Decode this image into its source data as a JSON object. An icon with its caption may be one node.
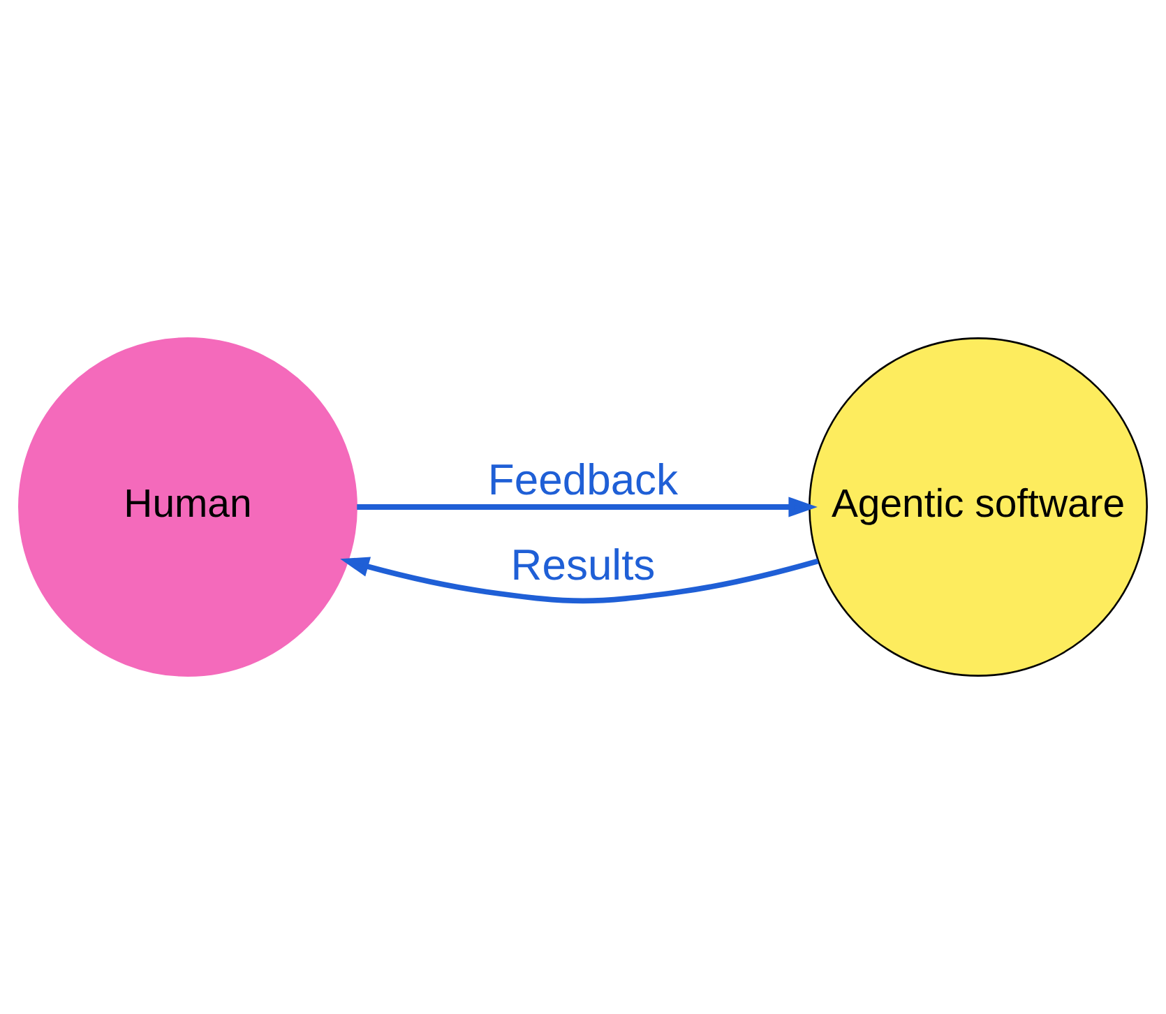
{
  "diagram": {
    "nodes": [
      {
        "text": [
          "Human"
        ]
      },
      {
        "text": [
          "Agentic software"
        ]
      }
    ],
    "edges": [
      {
        "from": 0,
        "to": 1,
        "arrow": "to",
        "label": "Feedback"
      },
      {
        "from": 1,
        "to": 0,
        "arrow": "to",
        "label": "Results"
      }
    ]
  }
}
